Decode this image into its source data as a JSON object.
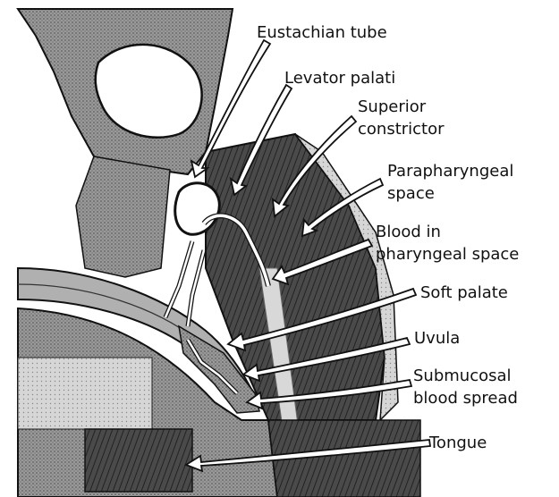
{
  "labels": {
    "eustachian_tube": "Eustachian tube",
    "levator_palati": "Levator palati",
    "superior_constrictor_1": "Superior",
    "superior_constrictor_2": "constrictor",
    "parapharyngeal_space_1": "Parapharyngeal",
    "parapharyngeal_space_2": "space",
    "blood_in_pharyngeal_space_1": "Blood in",
    "blood_in_pharyngeal_space_2": "pharyngeal space",
    "soft_palate": "Soft palate",
    "uvula": "Uvula",
    "submucosal_blood_spread_1": "Submucosal",
    "submucosal_blood_spread_2": "blood spread",
    "tongue": "Tongue"
  },
  "colors": {
    "ink": "#111111",
    "dark_tissue": "#3a3a3a",
    "mid_tissue": "#8a8a8a",
    "light_tissue": "#c8c8c8",
    "background": "#ffffff"
  }
}
